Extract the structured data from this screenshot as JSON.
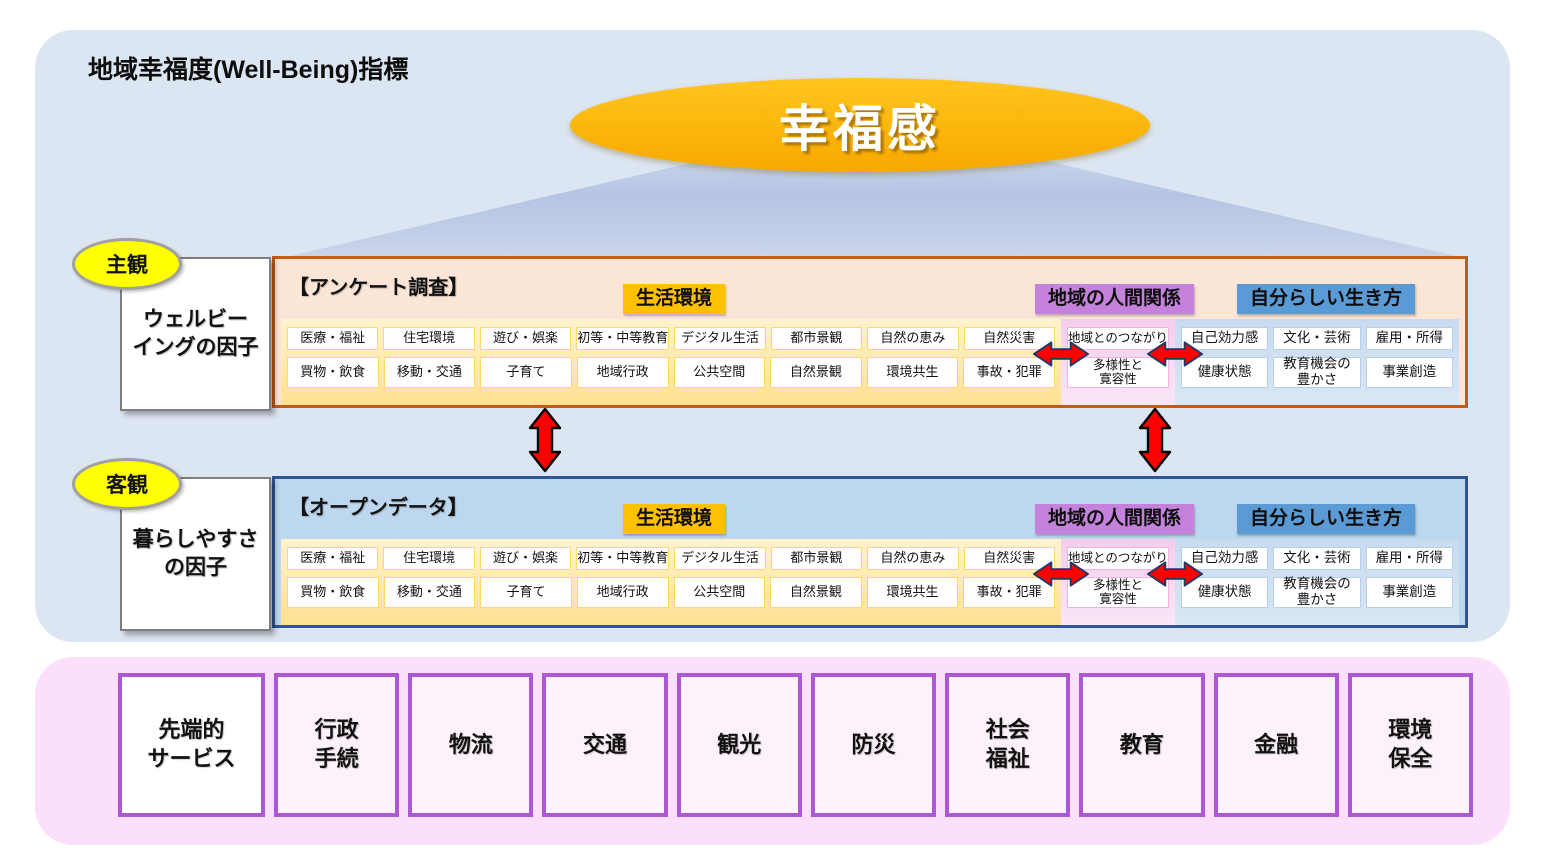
{
  "title": "地域幸福度(Well-Being)指標",
  "happiness_label": "幸福感",
  "subjective": {
    "badge": "主観",
    "factor": [
      "ウェルビー",
      "イングの因子"
    ]
  },
  "objective": {
    "badge": "客観",
    "factor": [
      "暮らしやすさ",
      "の因子"
    ]
  },
  "survey_box_label": "【アンケート調査】",
  "opendata_box_label": "【オープンデータ】",
  "category_headers": {
    "life": "生活環境",
    "relations": "地域の人間関係",
    "selfstyle": "自分らしい生き方"
  },
  "factors": {
    "life_row1": [
      "医療・福祉",
      "住宅環境",
      "遊び・娯楽",
      "初等・中等教育",
      "デジタル生活",
      "都市景観",
      "自然の恵み",
      "自然災害"
    ],
    "life_row2": [
      "買物・飲食",
      "移動・交通",
      "子育て",
      "地域行政",
      "公共空間",
      "自然景観",
      "環境共生",
      "事故・犯罪"
    ],
    "relations_row1": [
      "地域とのつながり"
    ],
    "relations_row2": [
      [
        "多様性と",
        "寛容性"
      ]
    ],
    "selfstyle_row1": [
      "自己効力感",
      "文化・芸術",
      "雇用・所得"
    ],
    "selfstyle_row2": [
      "健康状態",
      [
        "教育機会の",
        "豊かさ"
      ],
      "事業創造"
    ]
  },
  "services": [
    [
      "先端的",
      "サービス"
    ],
    [
      "行政",
      "手続"
    ],
    "物流",
    "交通",
    "観光",
    "防災",
    [
      "社会",
      "福祉"
    ],
    "教育",
    "金融",
    [
      "環境",
      "保全"
    ]
  ],
  "colors": {
    "panel_top_bg": "#DCE5F2",
    "panel_bottom_bg": "#FBDFFB",
    "happiness_gold": "#F7A800",
    "header_life_gold": "#FFC000",
    "header_relations_purple": "#C482DC",
    "header_selfstyle_blue": "#5B9BD5",
    "survey_box_bg": "#FBE5D6",
    "survey_box_border": "#C55A11",
    "opendata_box_bg": "#BDD7EE",
    "opendata_box_border": "#2F5597",
    "badge_yellow": "#FFFF00",
    "arrow_red": "#FF0000",
    "service_border_purple": "#AC57D4"
  }
}
